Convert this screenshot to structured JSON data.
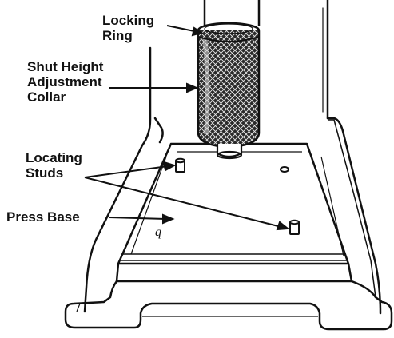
{
  "labels": {
    "locking_ring": [
      "Locking",
      "Ring"
    ],
    "shut_height_collar": [
      "Shut Height",
      "Adjustment",
      "Collar"
    ],
    "locating_studs": [
      "Locating",
      "Studs"
    ],
    "press_base": "Press Base"
  },
  "base_mark": "q",
  "colors": {
    "ink": "#111111",
    "paper": "#ffffff"
  }
}
